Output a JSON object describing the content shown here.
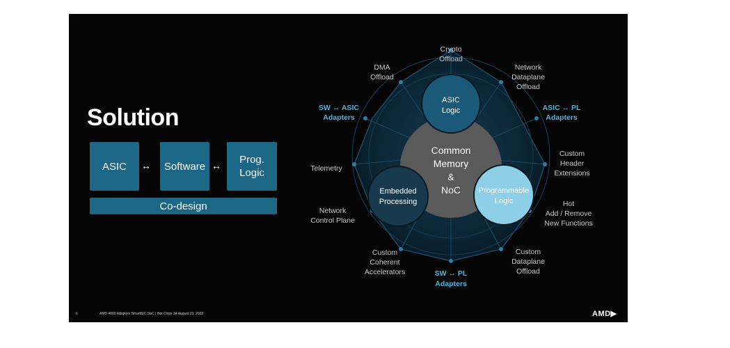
{
  "slide": {
    "title": "Solution",
    "boxes": {
      "asic": "ASIC",
      "software": "Software",
      "prog_line1": "Prog.",
      "prog_line2": "Logic"
    },
    "arrows": {
      "left": "↔",
      "right": "↔"
    },
    "codesign": "Co-design",
    "footer": {
      "page_number": "6",
      "text": "AMD 4000 Adaptive SmartNIC SoC  |  Hot Chips 34 August 23, 2022"
    },
    "logo": "AMD▶"
  },
  "diagram": {
    "center": {
      "line1": "Common",
      "line2": "Memory",
      "line3": "&",
      "line4": "NoC"
    },
    "asic_logic": {
      "line1": "ASIC",
      "line2": "Logic"
    },
    "embedded": {
      "line1": "Embedded",
      "line2": "Processing"
    },
    "programmable": {
      "line1": "Programmable",
      "line2": "Logic"
    },
    "labels": {
      "crypto": [
        "Crypto",
        "Offload"
      ],
      "network_dataplane": [
        "Network",
        "Dataplane",
        "Offload"
      ],
      "asic_pl": [
        "ASIC ↔ PL",
        "Adapters"
      ],
      "custom_header": [
        "Custom",
        "Header",
        "Extensions"
      ],
      "hot_add": [
        "Hot",
        "Add / Remove",
        "New Functions"
      ],
      "custom_dataplane": [
        "Custom",
        "Dataplane",
        "Offload"
      ],
      "sw_pl": [
        "SW ↔ PL",
        "Adapters"
      ],
      "coherent": [
        "Custom",
        "Coherent",
        "Accelerators"
      ],
      "network_control": [
        "Network",
        "Control Plane"
      ],
      "telemetry": [
        "Telemetry"
      ],
      "sw_asic": [
        "SW ↔ ASIC",
        "Adapters"
      ],
      "dma": [
        "DMA",
        "Offload"
      ]
    },
    "colors": {
      "accent": "#4cb6dc",
      "box": "#1c6686",
      "ring": "#0e2a3a",
      "asic_circle": "#1a5a78",
      "programmable_circle": "#8ccfe6",
      "center_circle": "#5a5a5a"
    }
  }
}
